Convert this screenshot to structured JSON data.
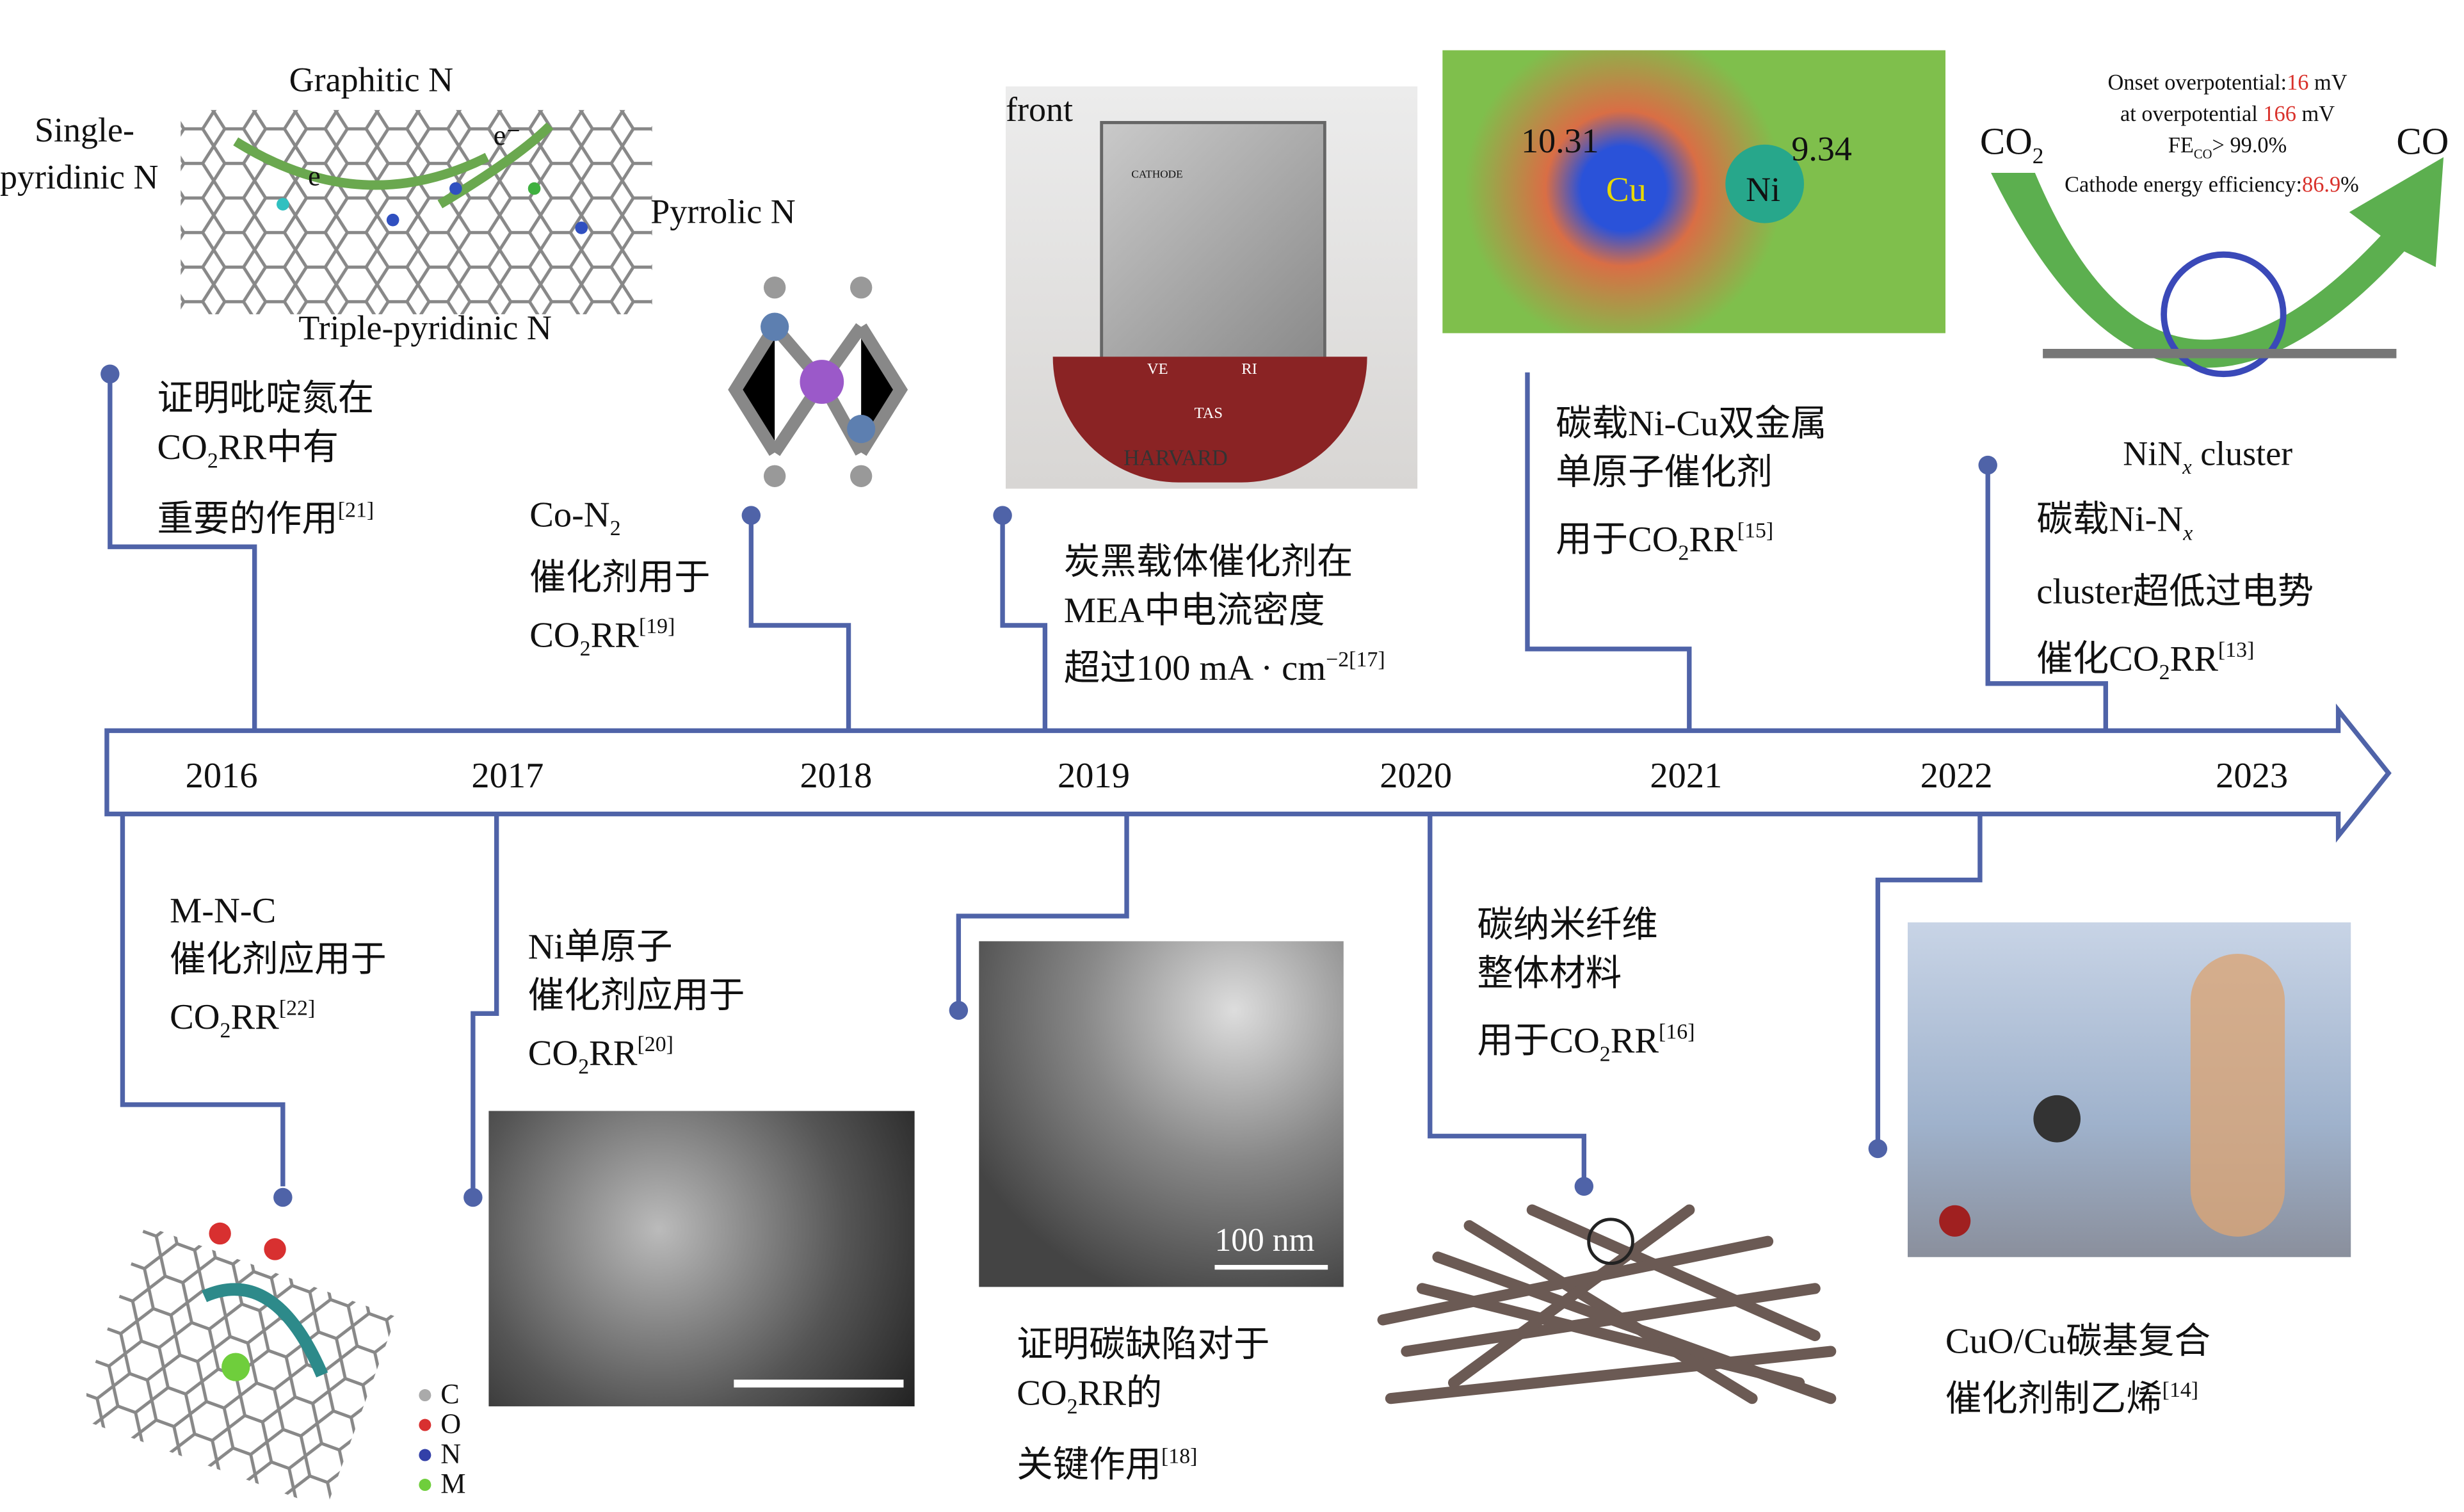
{
  "colors": {
    "line": "#4f63a8",
    "red": "#d9312b",
    "green": "#5caf4f"
  },
  "years": [
    "2016",
    "2017",
    "2018",
    "2019",
    "2020",
    "2021",
    "2022",
    "2023"
  ],
  "top_events": [
    {
      "lines": [
        "证明吡啶氮在",
        "CO",
        "2",
        "RR中有",
        "重要的作用",
        "[21]"
      ]
    },
    {
      "lines": [
        "Co-N",
        "2",
        "催化剂用于",
        "CO",
        "2",
        "RR",
        "[19]"
      ]
    },
    {
      "lines": [
        "炭黑载体催化剂在",
        "MEA中电流密度",
        "超过100 mA · cm",
        "−2[17]"
      ]
    },
    {
      "lines": [
        "碳载Ni-Cu双金属",
        "单原子催化剂",
        "用于CO",
        "2",
        "RR",
        "[15]"
      ]
    },
    {
      "lines": [
        "碳载Ni-N",
        "x",
        "cluster超低过电势",
        "催化CO",
        "2",
        "RR",
        "[13]"
      ]
    }
  ],
  "bottom_events": [
    {
      "lines": [
        "M-N-C",
        "催化剂应用于",
        "CO",
        "2",
        "RR",
        "[22]"
      ]
    },
    {
      "lines": [
        "Ni单原子",
        "催化剂应用于",
        "CO",
        "2",
        "RR",
        "[20]"
      ]
    },
    {
      "lines": [
        "证明碳缺陷对于",
        "CO",
        "2",
        "RR的",
        "关键作用",
        "[18]"
      ]
    },
    {
      "lines": [
        "碳纳米纤维",
        "整体材料",
        "用于CO",
        "2",
        "RR",
        "[16]"
      ]
    },
    {
      "lines": [
        "CuO/Cu碳基复合",
        "催化剂制乙烯",
        "[14]"
      ]
    }
  ],
  "graphene_labels": {
    "graphitic": "Graphitic N",
    "single": "Single-",
    "single2": "pyridinic N",
    "pyrrolic": "Pyrrolic N",
    "triple": "Triple-pyridinic N",
    "e": "e",
    "eminus": "e⁻"
  },
  "harvard": {
    "front": "front",
    "cathode": "CATHODE",
    "ve": "VE",
    "ri": "RI",
    "tas": "TAS",
    "harvard": "HARVARD"
  },
  "dft": {
    "v1": "10.31",
    "v2": "9.34",
    "cu": "Cu",
    "ni": "Ni"
  },
  "nin": {
    "onset": "Onset overpotential:",
    "onset_v": "16",
    "mv": " mV",
    "at": "at overpotential ",
    "at_v": "166",
    "fe": "FE",
    "co_sub": "CO",
    "fe_v": "> 99.0%",
    "cee": "Cathode energy efficiency:",
    "cee_v": "86.9",
    "pct": "%",
    "co2": "CO",
    "co2_sub": "2",
    "co": "CO",
    "cluster": "NiN",
    "cluster_sub": "x",
    "cluster_tail": " cluster"
  },
  "tem_scale": "100 nm",
  "legend": [
    "C",
    "O",
    "N",
    "M"
  ]
}
